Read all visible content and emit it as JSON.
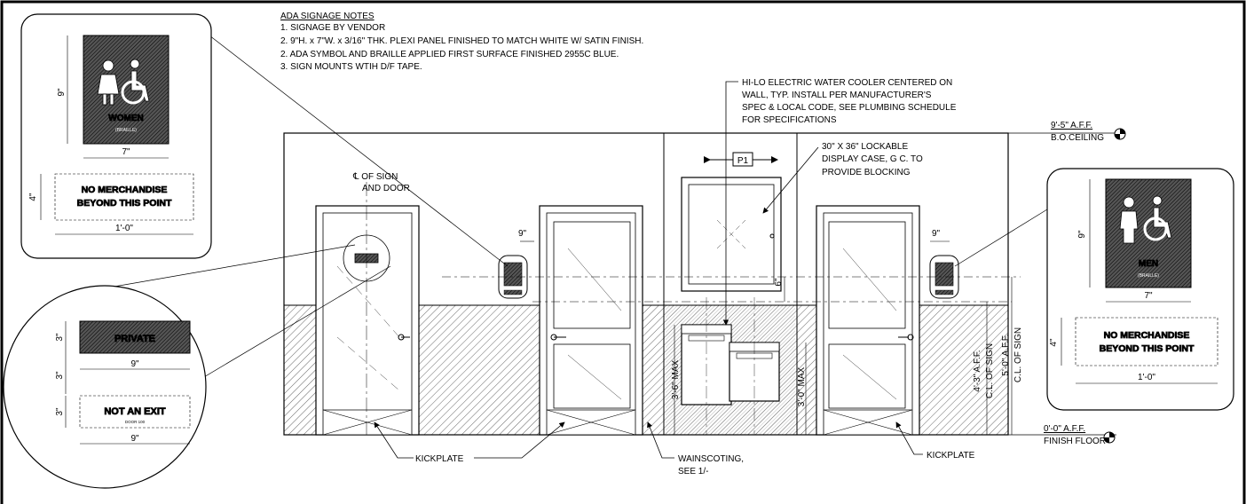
{
  "notes": {
    "title": "ADA SIGNAGE NOTES",
    "lines": [
      "1. SIGNAGE BY VENDOR",
      "2. 9\"H. x 7\"W. x 3/16\" THK. PLEXI PANEL FINISHED TO MATCH WHITE W/ SATIN FINISH.",
      "2. ADA SYMBOL AND BRAILLE APPLIED FIRST SURFACE FINISHED 2955C BLUE.",
      "3. SIGN MOUNTS WTIH D/F TAPE."
    ]
  },
  "callouts": {
    "water_cooler": [
      "HI-LO ELECTRIC WATER COOLER CENTERED ON",
      "WALL, TYP. INSTALL PER MANUFACTURER'S",
      "SPEC & LOCAL CODE, SEE PLUMBING SCHEDULE",
      "FOR SPECIFICATIONS"
    ],
    "display_case": [
      "30\" X 36\" LOCKABLE",
      "DISPLAY CASE, G C. TO",
      "PROVIDE BLOCKING"
    ],
    "cl_sign": [
      "℄ OF SIGN",
      "AND DOOR"
    ],
    "kickplate_left": "KICKPLATE",
    "kickplate_right": "KICKPLATE",
    "wainscoting": [
      "WAINSCOTING,",
      "SEE 1/-"
    ],
    "p1_tag": "P1"
  },
  "elevations": {
    "ceiling_value": "9'-5\" A.F.F.",
    "ceiling_label": "B.O.CEILING",
    "floor_value": "0'-0\" A.F.F.",
    "floor_label": "FINISH FLOOR"
  },
  "dimensions": {
    "sign_offset_left": "9\"",
    "sign_offset_right": "9\"",
    "case_to_sign": "6\"",
    "hi_max": "3'-6\" MAX",
    "lo_max": "3'-0\" MAX",
    "cl_sign_a": "4'-3\" A.F.F.",
    "cl_sign_a2": "C.L. OF SIGN",
    "cl_sign_b": "5'-0\" A.F.F.",
    "cl_sign_b2": "C.L. OF SIGN"
  },
  "detail_women": {
    "sign_label": "WOMEN",
    "braille": "(BRAILLE)",
    "height": "9\"",
    "width": "7\"",
    "panel_height": "4\"",
    "panel_width": "1'-0\"",
    "panel_line1": "NO MERCHANDISE",
    "panel_line2": "BEYOND THIS POINT"
  },
  "detail_men": {
    "sign_label": "MEN",
    "braille": "(BRAILLE)",
    "height": "9\"",
    "width": "7\"",
    "panel_height": "4\"",
    "panel_width": "1'-0\"",
    "panel_line1": "NO MERCHANDISE",
    "panel_line2": "BEYOND THIS POINT"
  },
  "detail_door": {
    "sign1_label": "PRIVATE",
    "sign1_height": "3\"",
    "sign1_width": "9\"",
    "gap": "3\"",
    "sign2_label": "NOT AN EXIT",
    "sign2_sub": "DOOR 100",
    "sign2_height": "3\"",
    "sign2_width": "9\""
  },
  "colors": {
    "line": "#000000",
    "paper": "#ffffff",
    "hatch": "#000000"
  }
}
